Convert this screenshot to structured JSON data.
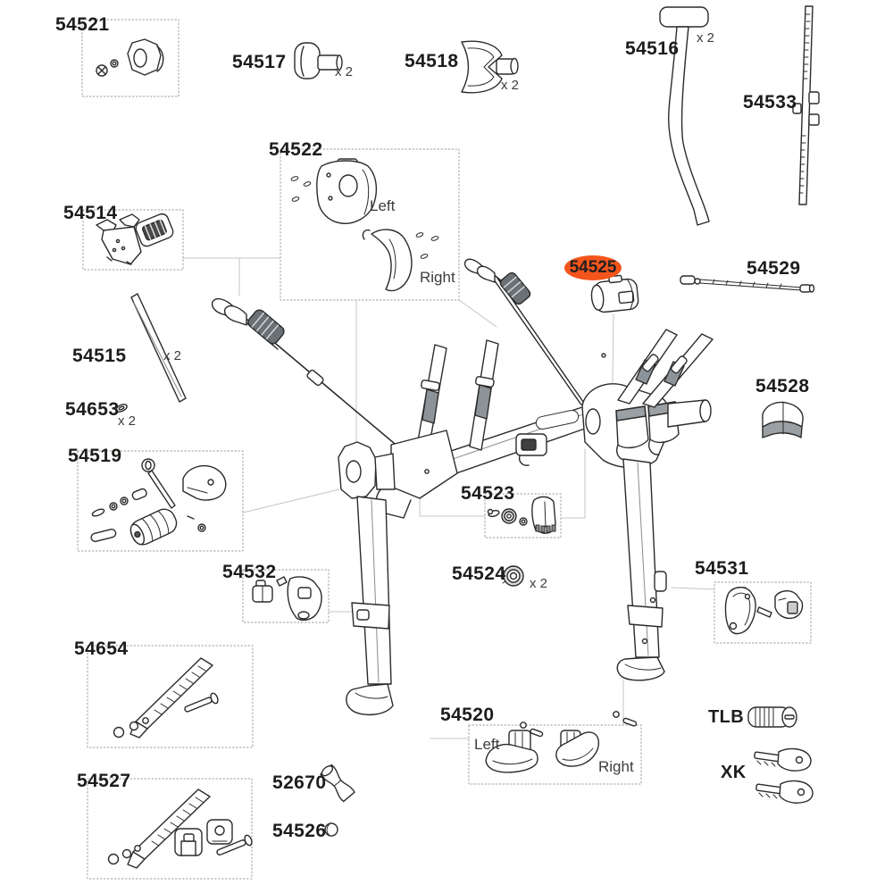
{
  "diagram": {
    "type": "exploded-parts-diagram",
    "highlighted_part": "54525",
    "colors": {
      "highlight": "#f4551c",
      "line": "#2b2b2b",
      "strap_gray": "#8d9499",
      "pad_dark": "#6b7074"
    }
  },
  "labels": {
    "p54521": "54521",
    "p54517": "54517",
    "p54518": "54518",
    "p54516": "54516",
    "p54533": "54533",
    "p54522": "54522",
    "p54514": "54514",
    "p54515": "54515",
    "p54653": "54653",
    "p54519": "54519",
    "p54525": "54525",
    "p54529": "54529",
    "p54528": "54528",
    "p54523": "54523",
    "p54524": "54524",
    "p54532": "54532",
    "p54531": "54531",
    "p54654": "54654",
    "p54527": "54527",
    "p52670": "52670",
    "p54526": "54526",
    "p54520": "54520",
    "tlb": "TLB",
    "xk": "XK"
  },
  "annotations": {
    "qty2": "x 2",
    "left": "Left",
    "right": "Right"
  }
}
